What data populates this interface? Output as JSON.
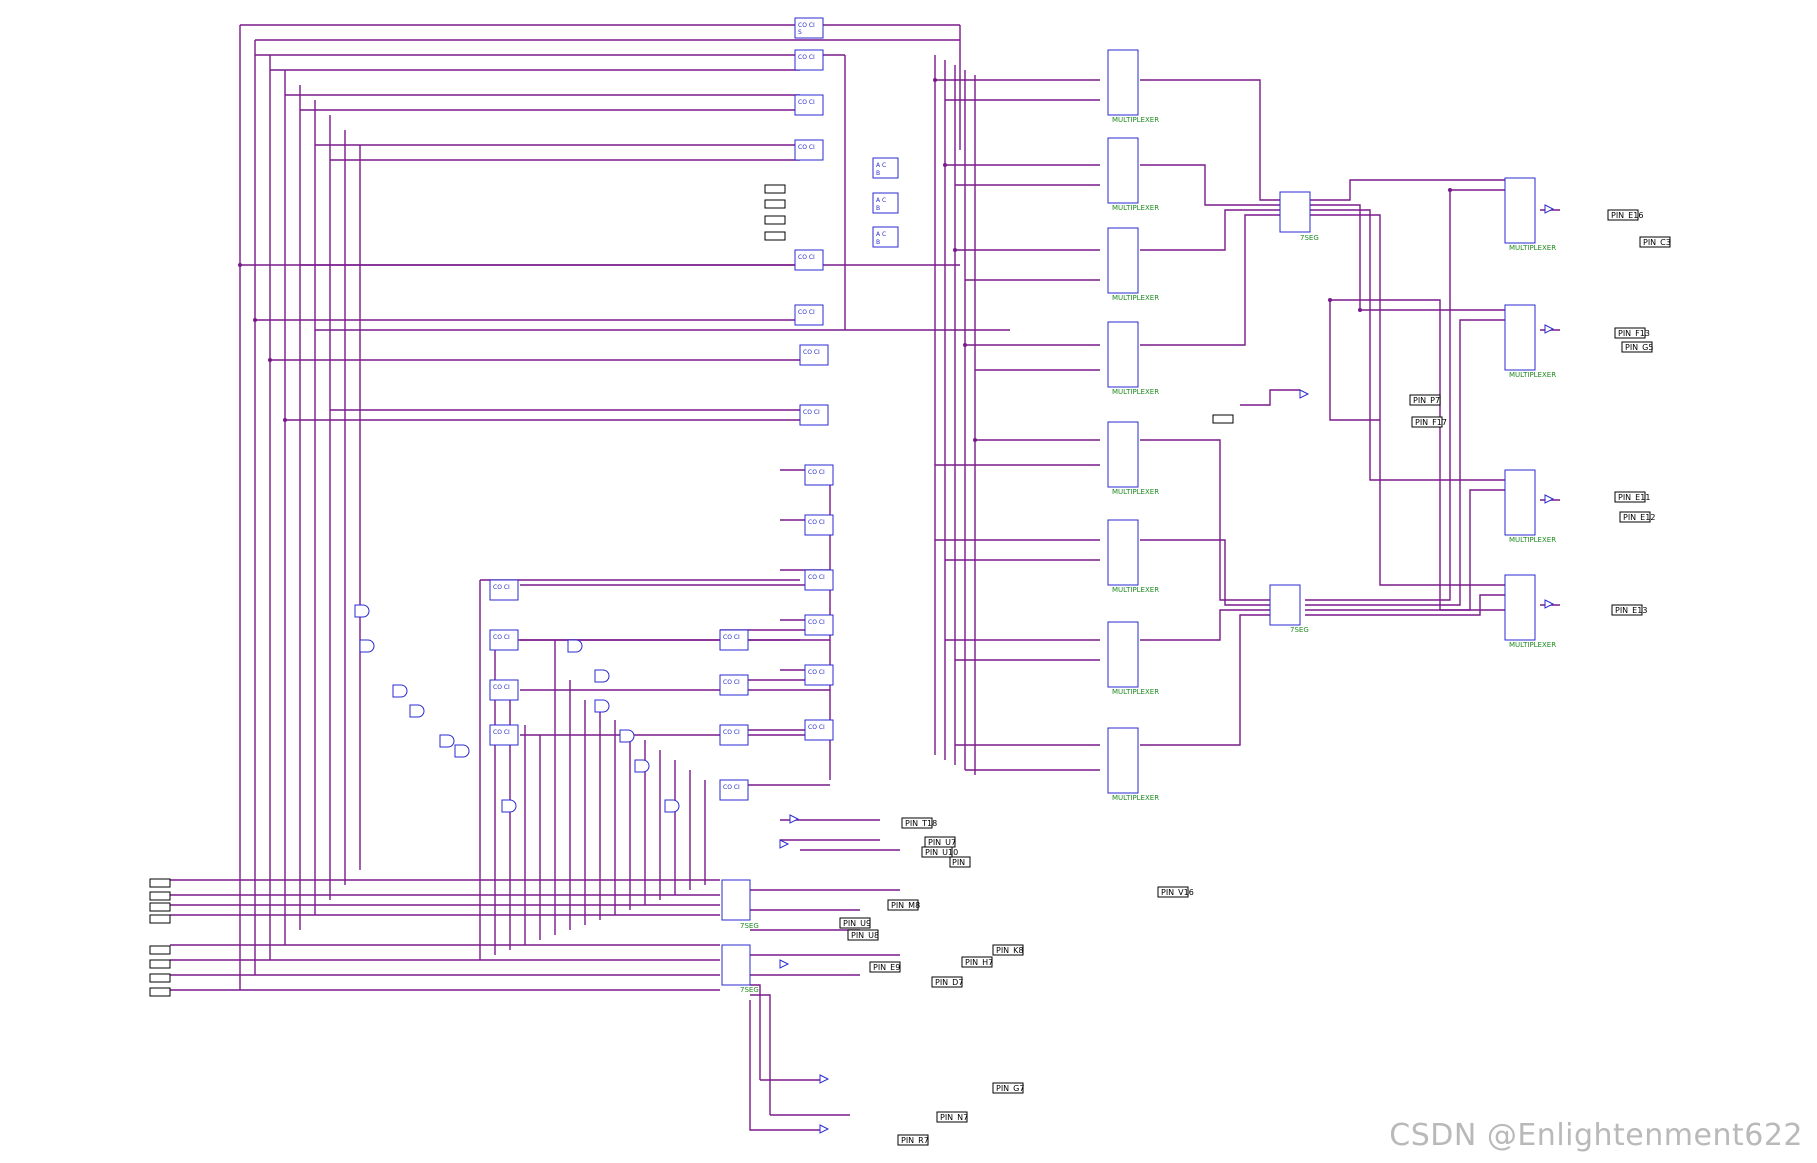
{
  "schematic": {
    "mux_label": "MULTIPLEXER",
    "seg_label": "7SEG",
    "adder_pins": [
      "A",
      "B",
      "C"
    ],
    "fa_pins": [
      "CO",
      "CI",
      "S"
    ],
    "output_pins": [
      "PIN_E16",
      "PIN_C3",
      "PIN_F13",
      "PIN_G5",
      "PIN_E11",
      "PIN_E12",
      "PIN_E13",
      "PIN_P7",
      "PIN_F17",
      "PIN_T18",
      "PIN_U7",
      "PIN_U10",
      "PIN",
      "PIN_M8",
      "PIN_U9",
      "PIN_U8",
      "PIN_V16",
      "PIN_K8",
      "PIN_H7",
      "PIN_E9",
      "PIN_D7",
      "PIN_G7",
      "PIN_N7",
      "PIN_R7"
    ]
  },
  "watermark": "CSDN @Enlightenment622"
}
